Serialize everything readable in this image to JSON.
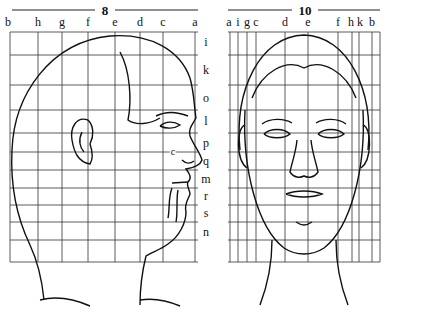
{
  "diagram": {
    "labels": [
      "8",
      "b",
      "h",
      "g",
      "f",
      "e",
      "d",
      "c",
      "a",
      "i",
      "k",
      "o",
      "l",
      "p",
      "q",
      "m",
      "r",
      "s",
      "n",
      "c",
      "10",
      "a",
      "i",
      "g",
      "c",
      "d",
      "e",
      "f",
      "h",
      "k",
      "b"
    ]
  }
}
